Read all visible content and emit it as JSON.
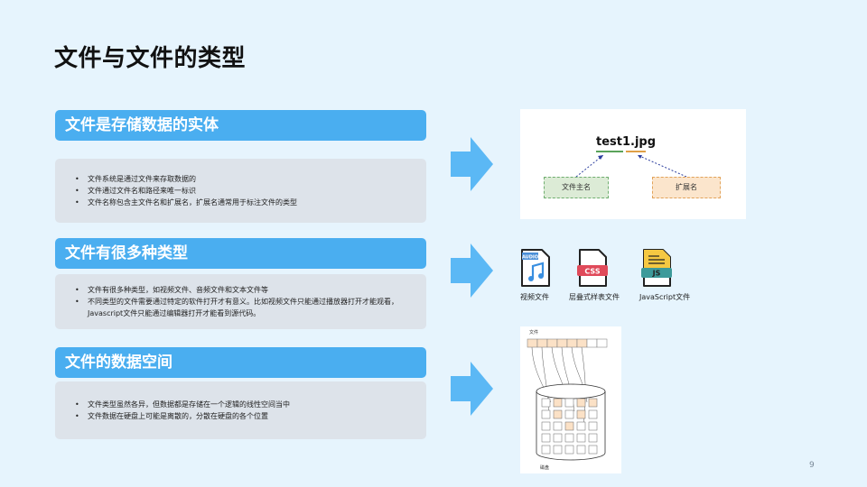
{
  "title": "文件与文件的类型",
  "sections": [
    {
      "heading": "文件是存储数据的实体",
      "bullets": [
        "文件系统是通过文件来存取数据的",
        "文件通过文件名和路径来唯一标识",
        "文件名称包含主文件名和扩展名，扩展名通常用于标注文件的类型"
      ]
    },
    {
      "heading": "文件有很多种类型",
      "bullets": [
        "文件有很多种类型，如视频文件、音频文件和文本文件等",
        "不同类型的文件需要通过特定的软件打开才有意义。比如视频文件只能通过播放器打开才能观看，Javascript文件只能通过编辑器打开才能看到源代码。"
      ]
    },
    {
      "heading": "文件的数据空间",
      "bullets": [
        "文件类型虽然各异，但数据都是存储在一个逻辑的线性空间当中",
        "文件数据在硬盘上可能是离散的，分散在硬盘的各个位置"
      ]
    }
  ],
  "filename_diagram": {
    "filename": "test1.jpg",
    "main_name_label": "文件主名",
    "extension_label": "扩展名"
  },
  "file_types": [
    {
      "icon_text": "AUDIO",
      "label": "视频文件"
    },
    {
      "icon_text": "CSS",
      "label": "层叠式样表文件"
    },
    {
      "icon_text": "JS",
      "label": "JavaScript文件"
    }
  ],
  "disk_diagram": {
    "file_label": "文件",
    "disk_label": "磁盘"
  },
  "page_number": "9",
  "colors": {
    "background": "#e6f4fd",
    "accent": "#4aaef0",
    "body_box": "#dde3ea",
    "arrow": "#5bb8f5",
    "block_fill": "#fbe1c6"
  }
}
